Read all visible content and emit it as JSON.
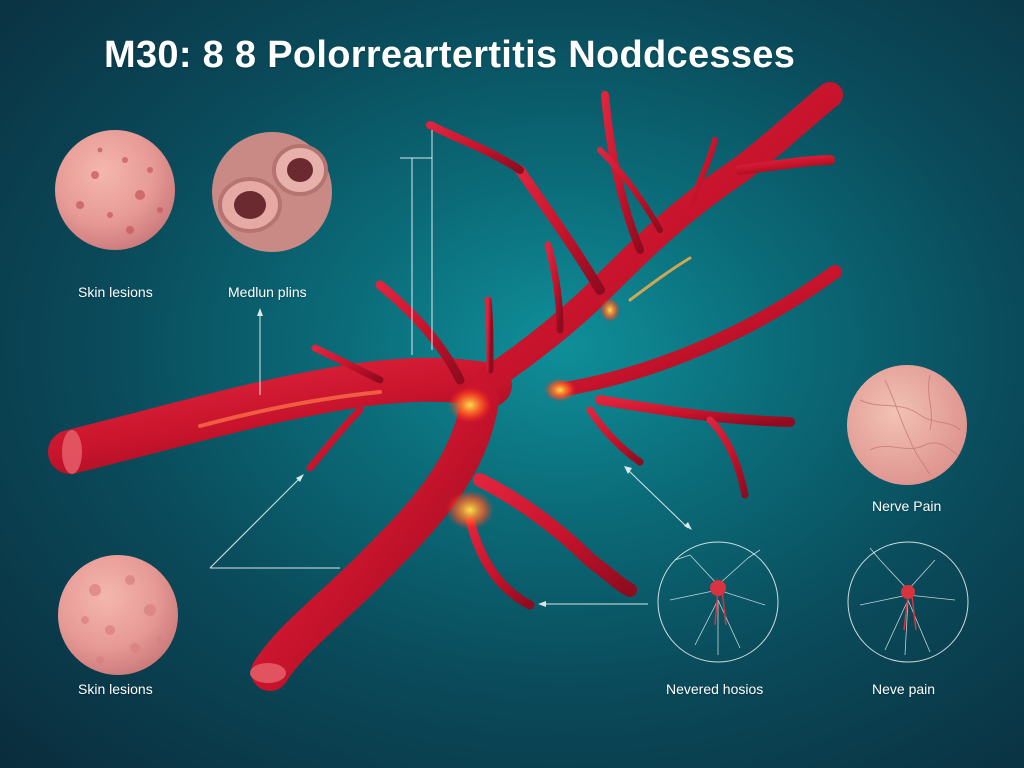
{
  "title": "M30: 8 8 Polorreartertitis Noddcesses",
  "labels": {
    "skin_lesions_top": "Skin lesions",
    "medium_pipes": "Medlun plins",
    "nerve_pain_right": "Nerve Pain",
    "skin_lesions_bottom": "Skin lesions",
    "nevered_hosios": "Nevered hosios",
    "neve_pain": "Neve pain"
  },
  "colors": {
    "background": "#0a5a68",
    "vessel": "#c8142c",
    "highlight": "#ffd23a",
    "tissue": "#e99a9a",
    "line": "#ffffff"
  }
}
